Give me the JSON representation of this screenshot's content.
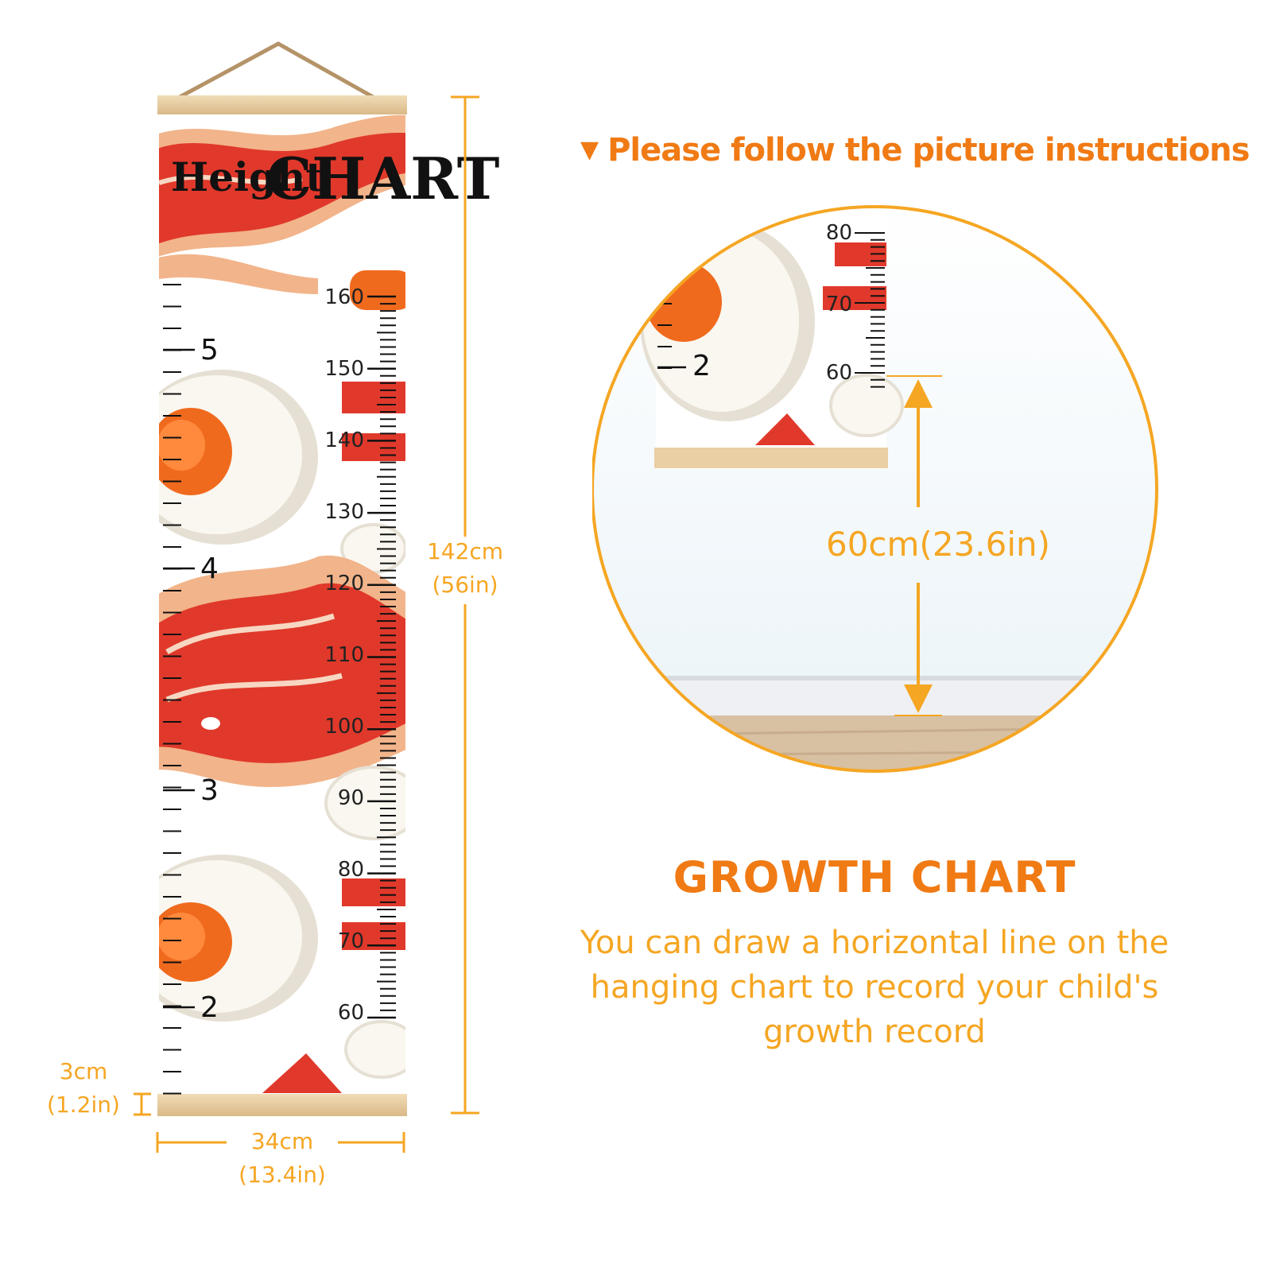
{
  "chart": {
    "title_word1": "Height",
    "title_word2": "CHART",
    "cm_labels": [
      "160",
      "150",
      "140",
      "130",
      "120",
      "110",
      "100",
      "90",
      "80",
      "70",
      "60"
    ],
    "ft_labels": [
      "5",
      "4",
      "3",
      "2"
    ]
  },
  "dimensions": {
    "height_cm": "142cm",
    "height_in": "(56in)",
    "rod_cm": "3cm",
    "rod_in": "(1.2in)",
    "width_cm": "34cm",
    "width_in": "(13.4in)"
  },
  "instruction": {
    "marker": "▼",
    "text": "Please follow the picture instructions"
  },
  "detail": {
    "cm_labels": [
      "80",
      "70",
      "60"
    ],
    "ft_label": "2",
    "measurement": "60cm(23.6in)"
  },
  "growth": {
    "title": "GROWTH CHART",
    "description": "You can draw a horizontal line on the hanging chart to record your child's growth record"
  },
  "colors": {
    "accent_orange": "#f5a623",
    "title_orange": "#f07a14",
    "bacon_red": "#e0392b",
    "egg_yolk": "#f06a1e",
    "wood": "#e9cfa3"
  }
}
